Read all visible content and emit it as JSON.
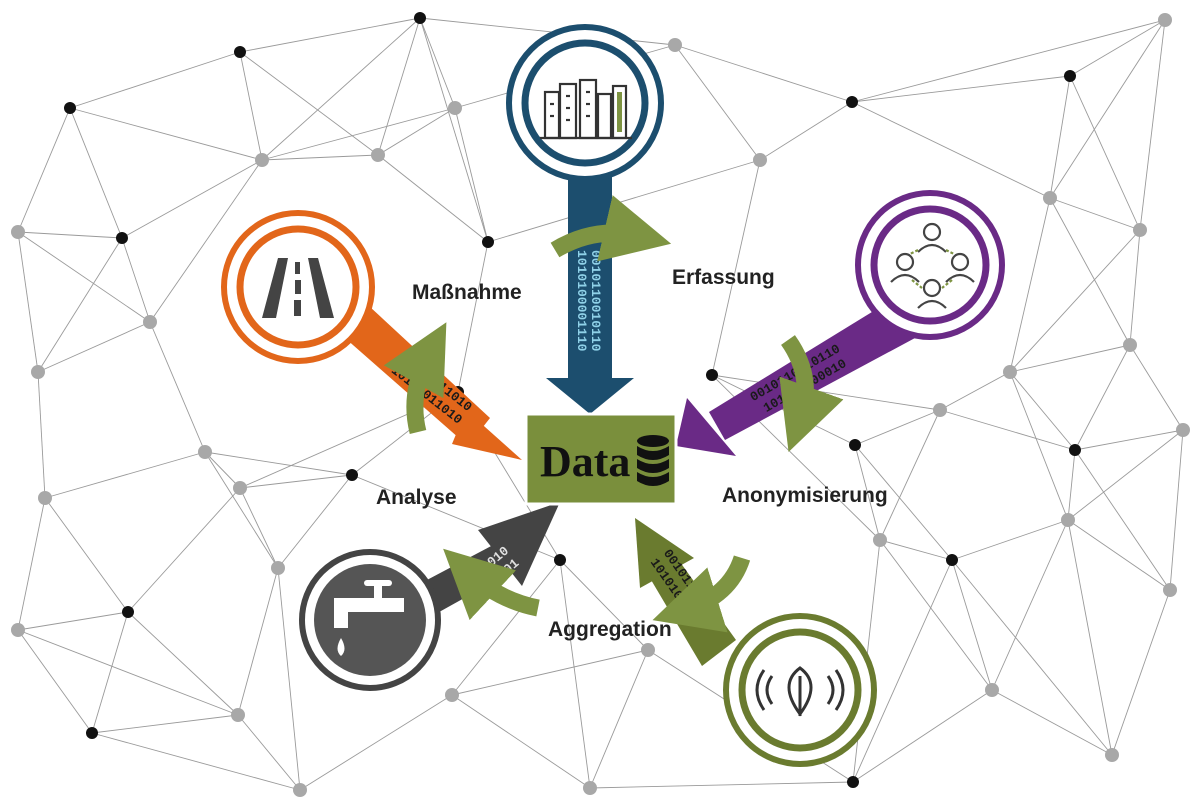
{
  "center": {
    "label": "Data",
    "icon": "database-icon",
    "color": "#7a8f3c"
  },
  "process_steps": {
    "erfassung": "Erfassung",
    "anonymisierung": "Anonymisierung",
    "aggregation": "Aggregation",
    "analyse": "Analyse",
    "massnahme": "Maßnahme"
  },
  "sources": [
    {
      "id": "city",
      "icon": "city-buildings-icon",
      "color": "#1c4e6e",
      "bits_1": "0010110010110",
      "bits_2": "1010100001110"
    },
    {
      "id": "people",
      "icon": "people-network-icon",
      "color": "#6a2a86",
      "bits_1": "0010110010110",
      "bits_2": "101010000010"
    },
    {
      "id": "environment",
      "icon": "leaf-sensor-icon",
      "color": "#6a7b2f",
      "bits_1": "0010110101",
      "bits_2": "1010101011"
    },
    {
      "id": "water",
      "icon": "water-tap-icon",
      "color": "#444444",
      "bits_1": "1010",
      "bits_2": "0101"
    },
    {
      "id": "road",
      "icon": "road-icon",
      "color": "#e2661a",
      "bits_1": "00101011010",
      "bits_2": "10101011010"
    }
  ],
  "cycle_color": "#7e9442",
  "network_colors": {
    "line": "#9a9a9a",
    "dark_node": "#111111",
    "light_node": "#a8a8a8"
  }
}
